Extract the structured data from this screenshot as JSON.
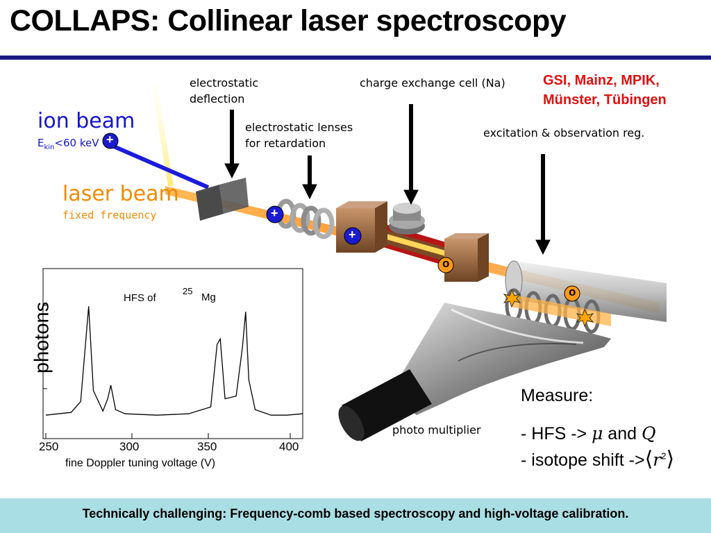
{
  "title": "COLLAPS: Collinear laser spectroscopy",
  "collaboration": [
    "GSI, Mainz, MPIK,",
    "Münster, Tübingen"
  ],
  "ion_beam": {
    "title": "ion beam",
    "energy_prefix": "E",
    "energy_sub": "kin",
    "energy_suffix": "<60 keV",
    "charge": "+"
  },
  "laser_beam": {
    "title": "laser beam",
    "subtitle": "fixed frequency"
  },
  "labels": {
    "deflection": [
      "electrostatic",
      "deflection"
    ],
    "lenses": [
      "electrostatic lenses",
      "for retardation"
    ],
    "cell": "charge exchange cell (Na)",
    "excitation": "excitation & observation reg.",
    "pmt": "photo multiplier"
  },
  "markers": {
    "ion": "+",
    "neutral": "o"
  },
  "plot": {
    "ylabel": "photons",
    "xlabel": "fine Doppler tuning voltage (V)",
    "inset_label": "HFS of",
    "isotope_mass": "25",
    "isotope_element": "Mg"
  },
  "chart_data": {
    "type": "line",
    "xlabel": "fine Doppler tuning voltage (V)",
    "ylabel": "photons",
    "xticks": [
      "250",
      "300",
      "350",
      "400"
    ],
    "xlim": [
      250,
      412
    ],
    "ylim": [
      0,
      1
    ],
    "series": [
      {
        "x": [
          250,
          258,
          266,
          272,
          275,
          277,
          280,
          286,
          289,
          291,
          294,
          300,
          320,
          340,
          354,
          358,
          360,
          363,
          370,
          374,
          376,
          378,
          382,
          392,
          402,
          412
        ],
        "y": [
          0.04,
          0.05,
          0.06,
          0.14,
          0.56,
          0.84,
          0.22,
          0.07,
          0.16,
          0.26,
          0.08,
          0.05,
          0.04,
          0.05,
          0.1,
          0.56,
          0.6,
          0.16,
          0.18,
          0.54,
          0.8,
          0.3,
          0.08,
          0.04,
          0.04,
          0.05
        ]
      }
    ]
  },
  "measure": {
    "heading": "Measure:",
    "line1_prefix": "- HFS -> ",
    "line1_mu": "μ",
    "line1_and": " and ",
    "line1_q": "Q",
    "line2_prefix": "- isotope shift ->",
    "line2_r": "r",
    "line2_exp": "2"
  },
  "footer": "Technically challenging: Frequency-comb based spectroscopy and high-voltage calibration.",
  "colors": {
    "rule": "#1a1a80",
    "ion": "#1515cc",
    "laser": "#f08a00",
    "collab": "#e01010",
    "footer_bg": "#a9dfe4"
  }
}
